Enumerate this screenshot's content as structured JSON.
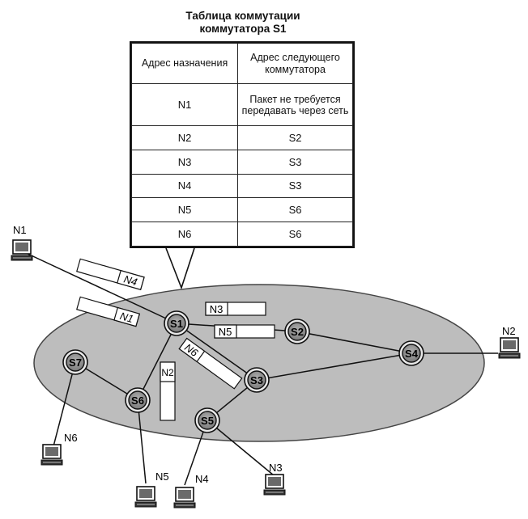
{
  "table_title_line1": "Таблица коммутации",
  "table_title_line2": "коммутатора S1",
  "table": {
    "headers": [
      "Адрес назначения",
      "Адрес следующего коммутатора"
    ],
    "rows": [
      [
        "N1",
        "Пакет не требуется передавать через сеть"
      ],
      [
        "N2",
        "S2"
      ],
      [
        "N3",
        "S3"
      ],
      [
        "N4",
        "S3"
      ],
      [
        "N5",
        "S6"
      ],
      [
        "N6",
        "S6"
      ]
    ]
  },
  "switches": [
    "S1",
    "S2",
    "S3",
    "S4",
    "S5",
    "S6",
    "S7"
  ],
  "nodes": [
    "N1",
    "N2",
    "N3",
    "N4",
    "N5",
    "N6"
  ],
  "packets": [
    "N4",
    "N1",
    "N3",
    "N5",
    "N6",
    "N2"
  ]
}
